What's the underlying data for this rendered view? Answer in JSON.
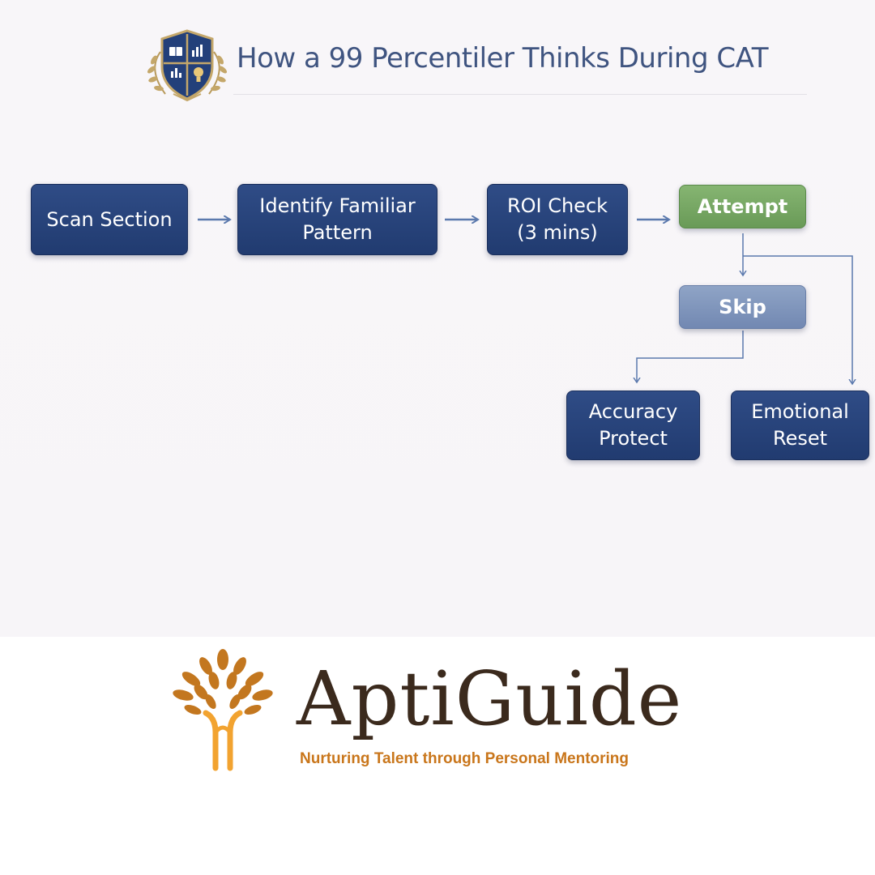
{
  "header": {
    "title": "How a 99 Percentiler Thinks During CAT",
    "crest_icon": "academic-crest-icon"
  },
  "flow": {
    "nodes": {
      "scan": "Scan Section",
      "identify": "Identify Familiar\nPattern",
      "roi": "ROI Check\n(3 mins)",
      "attempt": "Attempt",
      "skip": "Skip",
      "accuracy": "Accuracy\nProtect",
      "emotional": "Emotional\nReset"
    },
    "edges": [
      [
        "scan",
        "identify"
      ],
      [
        "identify",
        "roi"
      ],
      [
        "roi",
        "attempt"
      ],
      [
        "attempt",
        "skip"
      ],
      [
        "attempt",
        "emotional"
      ],
      [
        "skip",
        "accuracy"
      ]
    ],
    "colors": {
      "primary": "#23407a",
      "attempt": "#77a864",
      "skip": "#8097c0",
      "connector": "#5b79ad"
    }
  },
  "brand": {
    "name": "AptiGuide",
    "tagline": "Nurturing Talent through Personal Mentoring",
    "logo_icon": "tree-logo-icon",
    "colors": {
      "name": "#3b2a1d",
      "tagline": "#c9761b",
      "leaf": "#c3771f"
    }
  }
}
